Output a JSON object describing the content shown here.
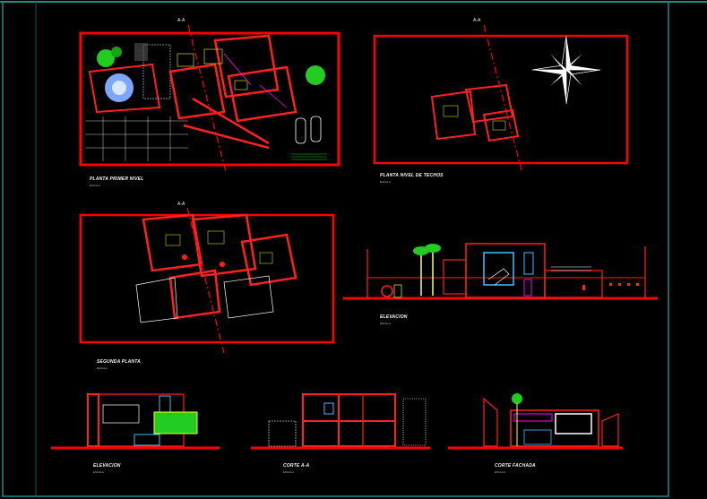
{
  "drawings": {
    "site_plan": {
      "title": "PLANTA PRIMER NIVEL",
      "scale": "ESCALA"
    },
    "roof_plan": {
      "title": "PLANTA NIVEL DE TECHOS",
      "scale": "ESCALA"
    },
    "second_floor": {
      "title": "SEGUNDA PLANTA",
      "scale": "ESCALA"
    },
    "front_elevation": {
      "title": "ELEVACION",
      "scale": "ESCALA"
    },
    "side_elevation": {
      "title": "ELEVACION",
      "scale": "ESCALA"
    },
    "section_aa": {
      "title": "CORTE A-A",
      "scale": "ESCALA"
    },
    "section_facade": {
      "title": "CORTE FACHADA",
      "scale": "ESCALA"
    }
  },
  "section_marker": "A-A",
  "colors": {
    "background": "#000000",
    "frame_line": "#1e8a8a",
    "sheet_border": "#ff0000",
    "wall": "#ff2020",
    "tree_green": "#22cc22",
    "pool_blue": "#7da6ff",
    "text": "#f5f5f5"
  }
}
